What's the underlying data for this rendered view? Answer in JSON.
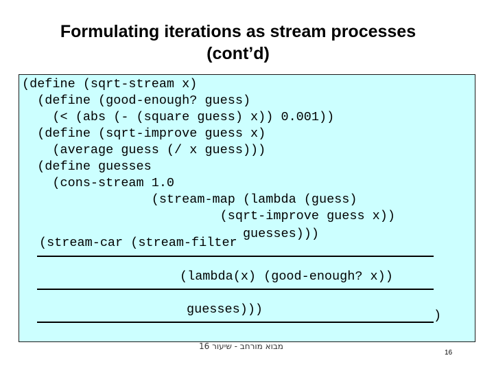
{
  "slide": {
    "title_line1": "Formulating iterations as stream processes",
    "title_line2": "(cont’d)",
    "code_lines": [
      "(define (sqrt-stream x)",
      "  (define (good-enough? guess)",
      "    (< (abs (- (square guess) x)) 0.001))",
      "  (define (sqrt-improve guess x)",
      "    (average guess (/ x guess)))",
      "  (define guesses",
      "    (cons-stream 1.0",
      "                 (stream-map (lambda (guess)",
      "                          (sqrt-improve guess x))",
      "                             guesses)))"
    ],
    "stream_car_line": "(stream-car (stream-filter",
    "lambda_line": "(lambda(x) (good-enough? x))",
    "guesses_line": "guesses)))",
    "closing_paren": ")",
    "footer_text": "מבוא מורחב - שיעור 16",
    "page_number": "16"
  }
}
